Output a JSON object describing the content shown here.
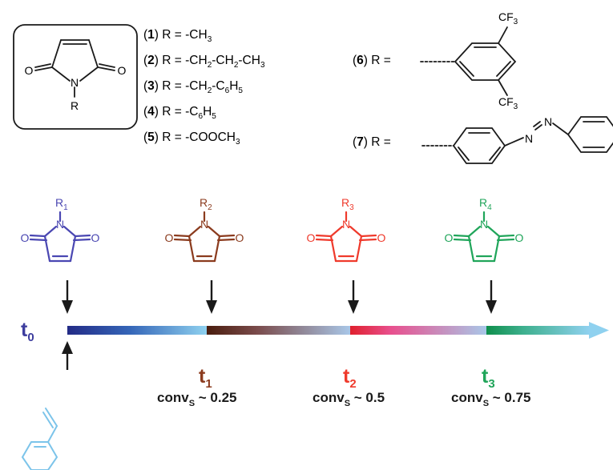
{
  "legend": {
    "atoms": {
      "o": "O",
      "n": "N",
      "r": "R"
    },
    "eq": "R =",
    "items": [
      {
        "num": "1",
        "formula": [
          "-CH",
          "3",
          ""
        ]
      },
      {
        "num": "2",
        "formula": [
          "-CH",
          "2",
          "-CH",
          "2",
          "-CH",
          "3",
          ""
        ]
      },
      {
        "num": "3",
        "formula": [
          "-CH",
          "2",
          "-C",
          "6",
          "H",
          "5",
          ""
        ]
      },
      {
        "num": "4",
        "formula": [
          "-C",
          "6",
          "H",
          "5",
          ""
        ]
      },
      {
        "num": "5",
        "formula": [
          "-COOCH",
          "3",
          ""
        ]
      },
      {
        "num": "6",
        "formula": []
      },
      {
        "num": "7",
        "formula": []
      }
    ],
    "cf3": [
      "CF",
      "3"
    ],
    "azo_n": "N"
  },
  "monomers": [
    {
      "r_main": "R",
      "r_sub": "1",
      "color": "#4a47b2"
    },
    {
      "r_main": "R",
      "r_sub": "2",
      "color": "#8b3b1e"
    },
    {
      "r_main": "R",
      "r_sub": "3",
      "color": "#ef3a2c"
    },
    {
      "r_main": "R",
      "r_sub": "4",
      "color": "#20a55a"
    }
  ],
  "atom_o": "O",
  "atom_n": "N",
  "timeline": {
    "labels": [
      {
        "main": "t",
        "sub": "0",
        "color": "#3d3d9e"
      },
      {
        "main": "t",
        "sub": "1",
        "color": "#8b3b1e"
      },
      {
        "main": "t",
        "sub": "2",
        "color": "#ef3a2c"
      },
      {
        "main": "t",
        "sub": "3",
        "color": "#20a55a"
      }
    ],
    "conv": [
      {
        "main": "conv",
        "sub": "S",
        "tail": " ~ 0.25"
      },
      {
        "main": "conv",
        "sub": "S",
        "tail": " ~ 0.5"
      },
      {
        "main": "conv",
        "sub": "S",
        "tail": " ~ 0.75"
      }
    ]
  },
  "colors": {
    "ink": "#1a1a1a",
    "styrene": "#7cc4ea",
    "bar_light": "#8fd1ef"
  }
}
